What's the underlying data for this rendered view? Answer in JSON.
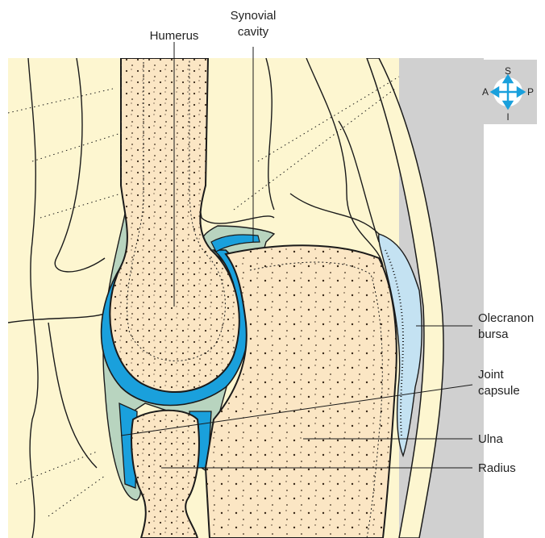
{
  "labels": {
    "humerus": "Humerus",
    "synovial_cavity_line1": "Synovial",
    "synovial_cavity_line2": "cavity",
    "olecranon_bursa_line1": "Olecranon",
    "olecranon_bursa_line2": "bursa",
    "joint_capsule_line1": "Joint",
    "joint_capsule_line2": "capsule",
    "ulna": "Ulna",
    "radius": "Radius"
  },
  "compass": {
    "superior": "S",
    "inferior": "I",
    "anterior": "A",
    "posterior": "P"
  },
  "colors": {
    "bone": "#fbe6c4",
    "soft_tissue": "#fdf6d0",
    "synovial_fluid": "#1aa0dc",
    "capsule": "#b8d4bf",
    "bursa": "#c4e2f2",
    "background_grey": "#d0d0d0",
    "outline": "#1a1a1a"
  }
}
